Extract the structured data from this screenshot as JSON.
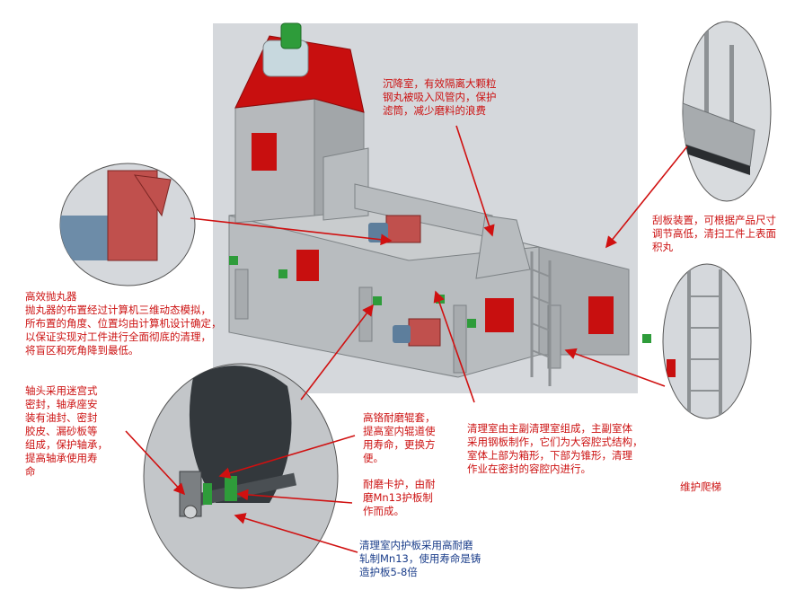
{
  "colors": {
    "panel_bg": "#d5d8dc",
    "accent_red": "#c80f0f",
    "machine_gray": "#b4b8bc",
    "motor_blue": "#5d7e9c",
    "motor_green": "#2e9c3a",
    "label_red": "#cc1111",
    "label_blue": "#1a3d8a"
  },
  "annotations": {
    "settling_chamber": "沉降室，有效隔离大颗粒\n钢丸被吸入风管内，保护\n滤筒，减少磨料的浪费",
    "scraper": "刮板装置，可根据产品尺寸\n调节高低，清扫工件上表面\n积丸",
    "blaster_title": "高效抛丸器",
    "blaster_body": "抛丸器的布置经过计算机三维动态模拟，\n所布置的角度、位置均由计算机设计确定，\n以保证实现对工件进行全面彻底的清理，\n将盲区和死角降到最低。",
    "shaft_seal": "轴头采用迷宫式\n密封，轴承座安\n装有油封、密封\n胶皮、漏砂板等\n组成，保护轴承，\n提高轴承使用寿\n命",
    "roller_sleeve": "高铬耐磨辊套，\n提高室内辊道使\n用寿命，更换方\n便。",
    "wear_guard": "耐磨卡护，由耐\n磨Mn13护板制\n作而成。",
    "liner_plate": "清理室内护板采用高耐磨\n轧制Mn13，使用寿命是铸\n造护板5-8倍",
    "cleaning_room": "清理室由主副清理室组成，主副室体\n采用钢板制作，它们为大容腔式结构，\n室体上部为箱形，下部为锥形，清理\n作业在密封的容腔内进行。",
    "ladder": "维护爬梯"
  }
}
